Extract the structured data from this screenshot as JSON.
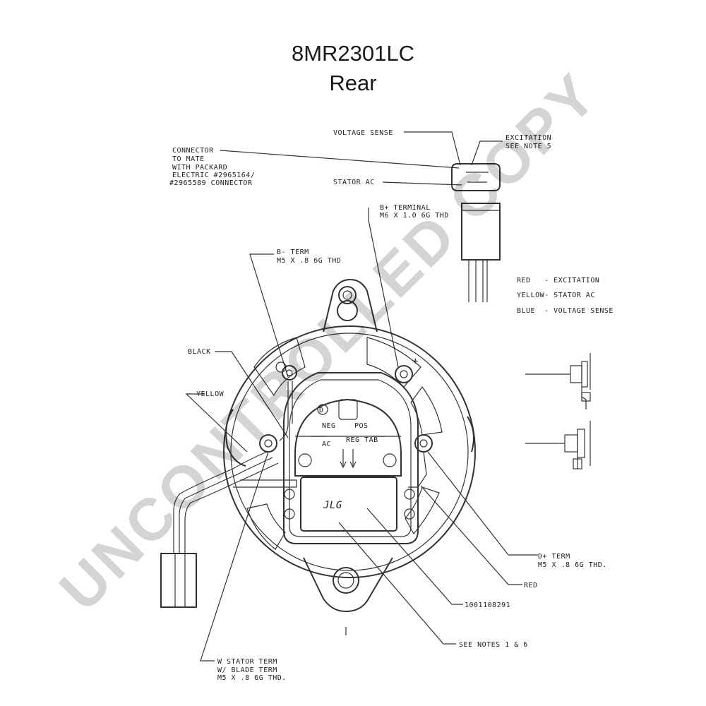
{
  "title": "8MR2301LC",
  "subtitle": "Rear",
  "watermark": "UNCONTROLLED COPY",
  "callouts": {
    "voltage_sense": "VOLTAGE SENSE",
    "excitation": [
      "EXCITATION",
      "SEE NOTE 5"
    ],
    "connector": [
      "CONNECTOR",
      "TO MATE",
      "WITH PACKARD",
      "ELECTRIC #2965164/",
      "#2965589 CONNECTOR"
    ],
    "stator_ac": "STATOR AC",
    "b_plus_terminal": [
      "B+ TERMINAL",
      "M6 X 1.0 6G THD"
    ],
    "b_minus_term": [
      "B- TERM",
      "M5 X .8 6G THD"
    ],
    "black": "BLACK",
    "yellow": "YELLOW",
    "d_plus_term": [
      "D+ TERM",
      "M5 X .8 6G THD."
    ],
    "red": "RED",
    "part_no": "1001108291",
    "see_notes": "SEE NOTES 1 & 6",
    "w_stator_term": [
      "W STATOR TERM",
      "W/ BLADE TERM",
      "M5 X .8 6G THD."
    ]
  },
  "legend": [
    "RED   - EXCITATION",
    "YELLOW- STATOR AC",
    "BLUE  - VOLTAGE SENSE"
  ],
  "regulator_marks": {
    "d": "D",
    "neg": "NEG",
    "pos": "POS",
    "ac": "AC",
    "reg_tab": "REG TAB",
    "plus": "+",
    "logo": "JLG"
  }
}
